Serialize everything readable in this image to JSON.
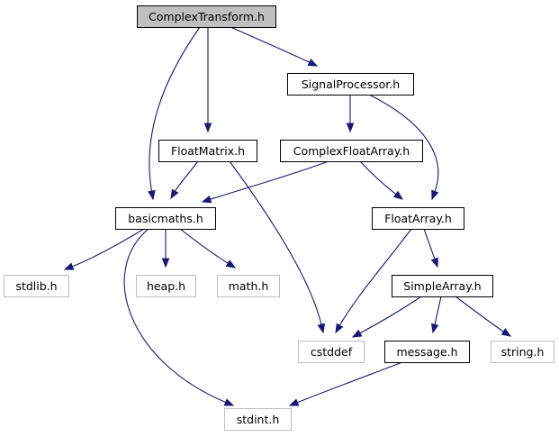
{
  "graph": {
    "colors": {
      "edge": "#191970",
      "root_fill": "#bfbfbf",
      "documented_border": "#000000",
      "external_border": "#bfbfbf"
    },
    "nodes": [
      {
        "id": "complextransform",
        "label": "ComplexTransform.h",
        "kind": "root"
      },
      {
        "id": "signalprocessor",
        "label": "SignalProcessor.h",
        "kind": "documented"
      },
      {
        "id": "floatmatrix",
        "label": "FloatMatrix.h",
        "kind": "documented"
      },
      {
        "id": "complexfloatarray",
        "label": "ComplexFloatArray.h",
        "kind": "documented"
      },
      {
        "id": "basicmaths",
        "label": "basicmaths.h",
        "kind": "documented"
      },
      {
        "id": "floatarray",
        "label": "FloatArray.h",
        "kind": "documented"
      },
      {
        "id": "stdlib",
        "label": "stdlib.h",
        "kind": "external"
      },
      {
        "id": "heap",
        "label": "heap.h",
        "kind": "external"
      },
      {
        "id": "math",
        "label": "math.h",
        "kind": "external"
      },
      {
        "id": "simplearray",
        "label": "SimpleArray.h",
        "kind": "documented"
      },
      {
        "id": "cstddef",
        "label": "cstddef",
        "kind": "external"
      },
      {
        "id": "message",
        "label": "message.h",
        "kind": "documented"
      },
      {
        "id": "string",
        "label": "string.h",
        "kind": "external"
      },
      {
        "id": "stdint",
        "label": "stdint.h",
        "kind": "external"
      }
    ],
    "edges": [
      {
        "from": "complextransform",
        "to": "signalprocessor"
      },
      {
        "from": "complextransform",
        "to": "floatmatrix"
      },
      {
        "from": "complextransform",
        "to": "basicmaths"
      },
      {
        "from": "signalprocessor",
        "to": "complexfloatarray"
      },
      {
        "from": "signalprocessor",
        "to": "floatarray"
      },
      {
        "from": "floatmatrix",
        "to": "basicmaths"
      },
      {
        "from": "floatmatrix",
        "to": "cstddef"
      },
      {
        "from": "complexfloatarray",
        "to": "basicmaths"
      },
      {
        "from": "complexfloatarray",
        "to": "floatarray"
      },
      {
        "from": "basicmaths",
        "to": "stdlib"
      },
      {
        "from": "basicmaths",
        "to": "heap"
      },
      {
        "from": "basicmaths",
        "to": "math"
      },
      {
        "from": "basicmaths",
        "to": "stdint"
      },
      {
        "from": "floatarray",
        "to": "simplearray"
      },
      {
        "from": "floatarray",
        "to": "cstddef"
      },
      {
        "from": "simplearray",
        "to": "cstddef"
      },
      {
        "from": "simplearray",
        "to": "message"
      },
      {
        "from": "simplearray",
        "to": "string"
      },
      {
        "from": "message",
        "to": "stdint"
      }
    ]
  }
}
